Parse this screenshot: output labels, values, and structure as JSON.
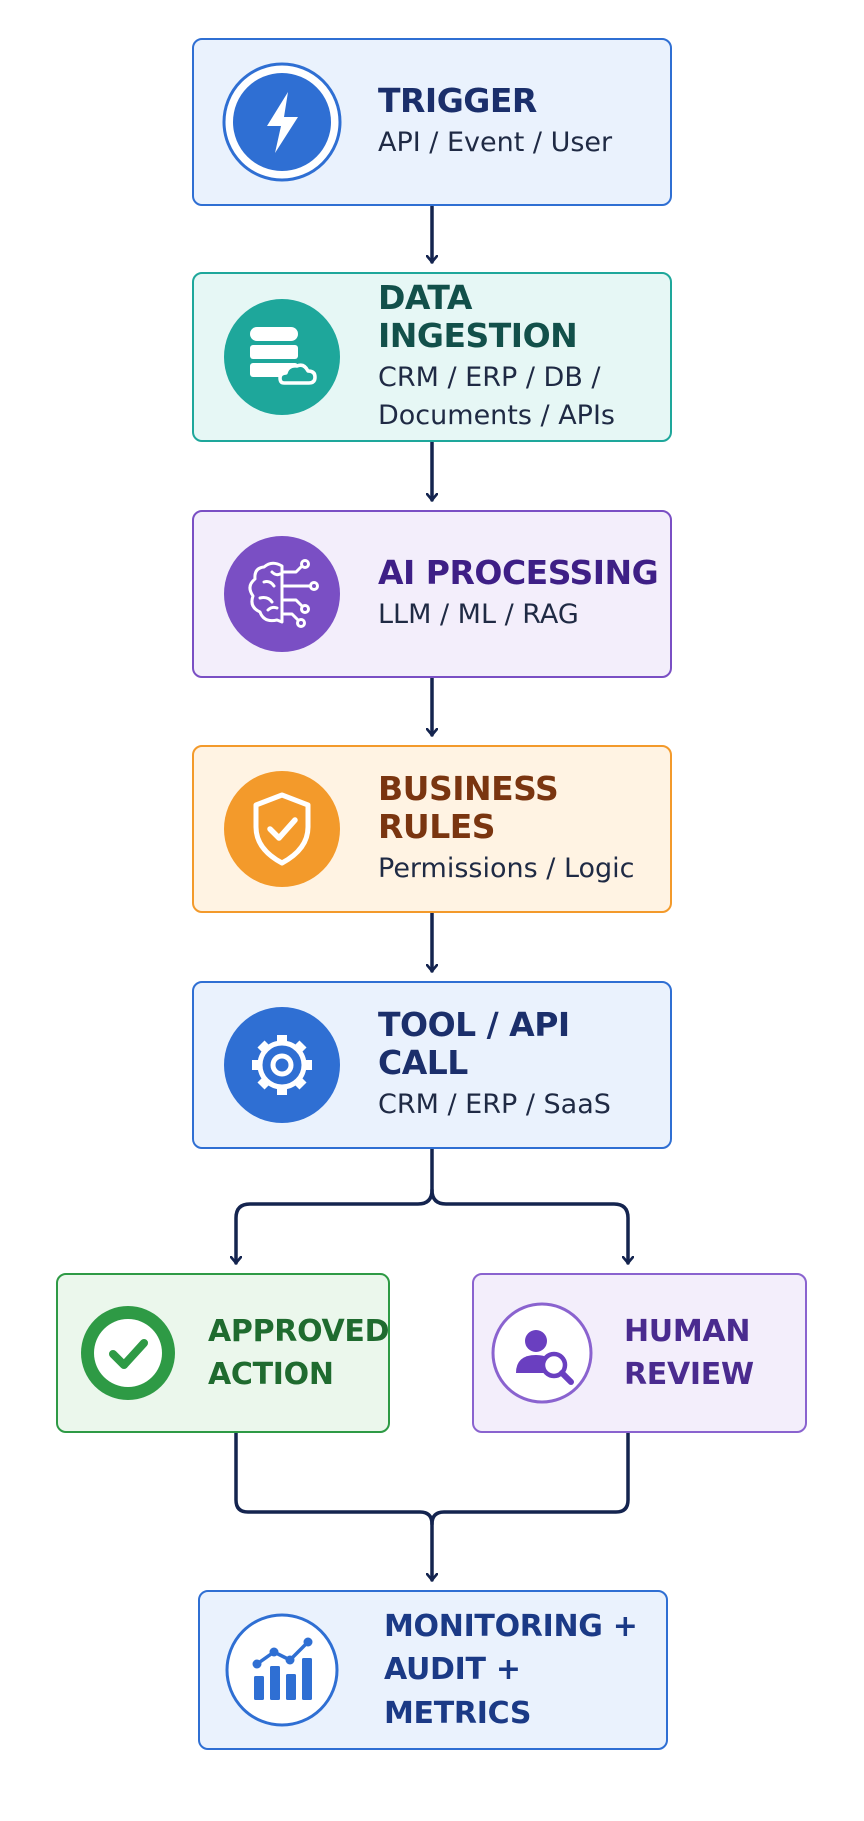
{
  "nodes": {
    "trigger": {
      "title": "TRIGGER",
      "subtitle": "API / Event / User",
      "icon": "lightning-bolt-icon",
      "title_color": "#1b2f6b",
      "accent": "#2f6fd3"
    },
    "ingestion": {
      "title": "DATA INGESTION",
      "subtitle_line1": "CRM / ERP / DB /",
      "subtitle_line2": "Documents / APIs",
      "icon": "database-cloud-icon",
      "title_color": "#12504a",
      "accent": "#1ea79b"
    },
    "ai": {
      "title": "AI PROCESSING",
      "subtitle": "LLM / ML / RAG",
      "icon": "brain-circuit-icon",
      "title_color": "#3e1f86",
      "accent": "#7a4fc4"
    },
    "rules": {
      "title": "BUSINESS RULES",
      "subtitle": "Permissions / Logic",
      "icon": "shield-check-icon",
      "title_color": "#7a3510",
      "accent": "#f39a2b"
    },
    "tool": {
      "title": "TOOL / API CALL",
      "subtitle": "CRM / ERP / SaaS",
      "icon": "gear-icon",
      "title_color": "#1b2f6b",
      "accent": "#2f6fd3"
    },
    "approved": {
      "title_line1": "APPROVED",
      "title_line2": "ACTION",
      "icon": "check-circle-icon",
      "title_color": "#1f6b2f",
      "accent": "#2e9a45"
    },
    "review": {
      "title_line1": "HUMAN",
      "title_line2": "REVIEW",
      "icon": "user-search-icon",
      "title_color": "#4a2b8f",
      "accent": "#8a63cf"
    },
    "monitoring": {
      "title_line1": "MONITORING +",
      "title_line2": "AUDIT + METRICS",
      "icon": "bar-chart-trend-icon",
      "title_color": "#1b3a86",
      "accent": "#2f6fd3"
    }
  },
  "connector_color": "#14244f"
}
